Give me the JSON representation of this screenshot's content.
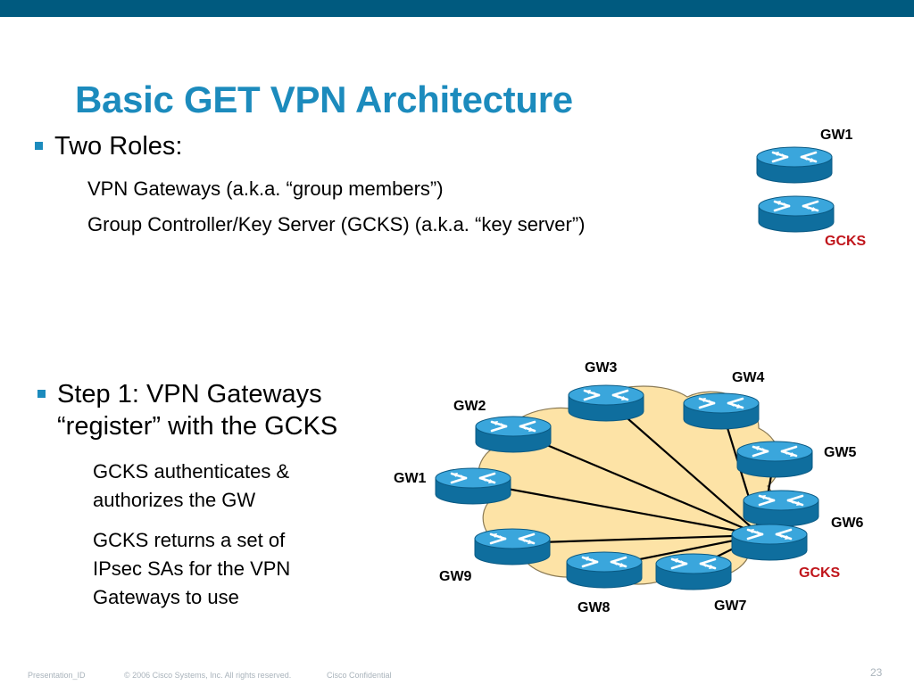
{
  "slide": {
    "title": "Basic GET VPN Architecture",
    "page_number": "23"
  },
  "bullets": [
    {
      "text": "Two Roles:",
      "subs": [
        "VPN Gateways (a.k.a. “group members”)",
        "Group Controller/Key Server (GCKS) (a.k.a. “key server”)"
      ]
    },
    {
      "text_line1": "Step 1: VPN Gateways",
      "text_line2": "“register” with the GCKS",
      "subs": [
        {
          "line1": "GCKS authenticates &",
          "line2": "authorizes the GW"
        },
        {
          "line1": "GCKS returns a set of",
          "line2": "IPsec SAs for the VPN",
          "line3": "Gateways to use"
        }
      ]
    }
  ],
  "legend": {
    "gw_label": "GW1",
    "gcks_label": "GCKS"
  },
  "diagram": {
    "nodes": [
      {
        "label": "GW1",
        "role": "gateway"
      },
      {
        "label": "GW2",
        "role": "gateway"
      },
      {
        "label": "GW3",
        "role": "gateway"
      },
      {
        "label": "GW4",
        "role": "gateway"
      },
      {
        "label": "GW5",
        "role": "gateway"
      },
      {
        "label": "GW6",
        "role": "gateway"
      },
      {
        "label": "GW7",
        "role": "gateway"
      },
      {
        "label": "GW8",
        "role": "gateway"
      },
      {
        "label": "GW9",
        "role": "gateway"
      },
      {
        "label": "GCKS",
        "role": "key-server"
      }
    ],
    "edges": [
      {
        "from": "GCKS",
        "to": "GW1"
      },
      {
        "from": "GCKS",
        "to": "GW2"
      },
      {
        "from": "GCKS",
        "to": "GW3"
      },
      {
        "from": "GCKS",
        "to": "GW4"
      },
      {
        "from": "GCKS",
        "to": "GW5"
      },
      {
        "from": "GCKS",
        "to": "GW6"
      },
      {
        "from": "GCKS",
        "to": "GW7"
      },
      {
        "from": "GCKS",
        "to": "GW8"
      },
      {
        "from": "GCKS",
        "to": "GW9"
      }
    ]
  },
  "footer": {
    "presentation_id": "Presentation_ID",
    "copyright": "© 2006 Cisco Systems, Inc. All rights reserved.",
    "confidential": "Cisco Confidential"
  },
  "colors": {
    "title": "#1c8bbd",
    "top_bar": "#005a7f",
    "gcks_label": "#c0151b",
    "cloud_fill": "#fde3a6",
    "router_body": "#1d8ec4"
  },
  "icons": {
    "router": "router-icon",
    "bullet": "square-bullet-icon",
    "cloud": "network-cloud"
  }
}
